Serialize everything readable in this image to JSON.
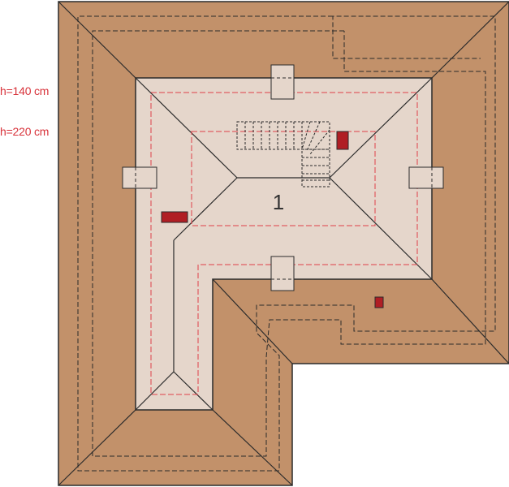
{
  "legend": {
    "height_low": "h=140 cm",
    "height_high": "h=220 cm"
  },
  "rooms": {
    "room_1": "1"
  },
  "colors": {
    "roof": "#c2916a",
    "floor": "#e5d6cb",
    "outline": "#2b2b2b",
    "height_line": "#e0404a",
    "chimney": "#b01e24",
    "legend_text": "#d8323a"
  }
}
